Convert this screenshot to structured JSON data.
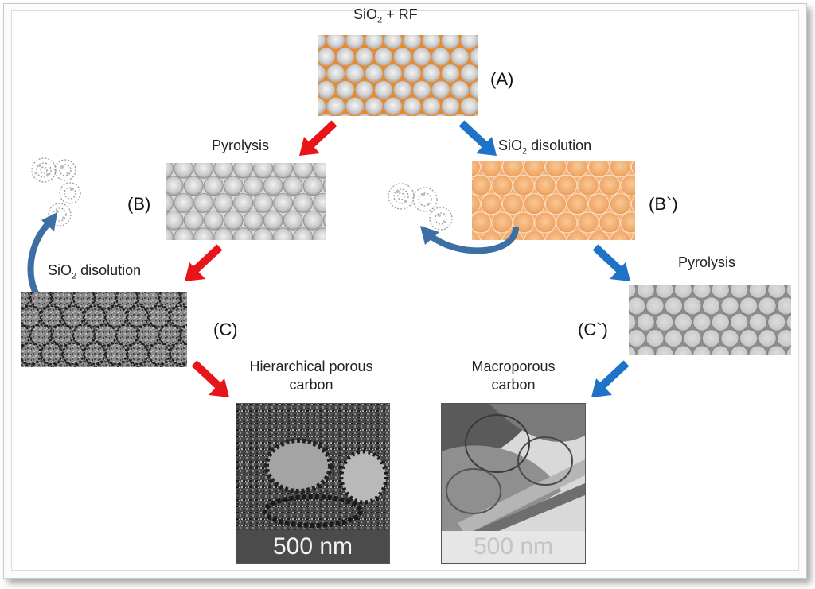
{
  "labels": {
    "top": {
      "main": "SiO",
      "sub": "2",
      "rest": " + RF"
    },
    "pyrolysis_left": "Pyrolysis",
    "dissolution_right": {
      "main": "SiO",
      "sub": "2",
      "rest": " disolution"
    },
    "dissolution_left": {
      "main": "SiO",
      "sub": "2",
      "rest": " disolution"
    },
    "pyrolysis_right": "Pyrolysis"
  },
  "letters": {
    "a": "(A)",
    "b": "(B)",
    "b_prime": "(B`)",
    "c": "(C)",
    "c_prime": "(C`)"
  },
  "captions": {
    "left_line1": "Hierarchical porous",
    "left_line2": "carbon",
    "right_line1": "Macroporous",
    "right_line2": "carbon"
  },
  "scalebars": {
    "left": "500 nm",
    "right": "500 nm"
  },
  "colors": {
    "red_arrow": "#e8141a",
    "blue_arrow": "#1e73c8",
    "curved_arrow": "#3d6fa4",
    "orange": "#e8892e",
    "light_orange": "#f2b07a"
  }
}
